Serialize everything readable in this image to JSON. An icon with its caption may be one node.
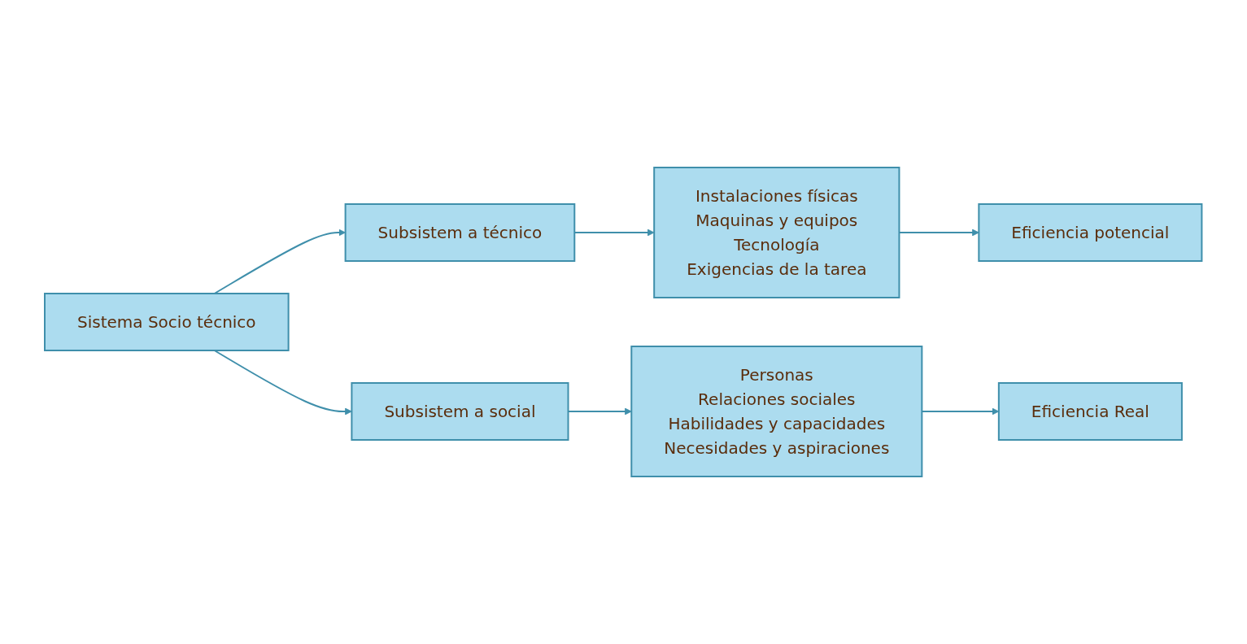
{
  "diagram": {
    "nodes": [
      {
        "text": [
          "Sistema Socio técnico"
        ]
      },
      {
        "text": [
          "Subsistem a técnico"
        ]
      },
      {
        "text": [
          "Instalaciones físicas",
          "Maquinas y equipos",
          "Tecnología",
          "Exigencias de la tarea"
        ]
      },
      {
        "text": [
          "Eficiencia potencial"
        ]
      },
      {
        "text": [
          "Subsistem a social"
        ]
      },
      {
        "text": [
          "Personas",
          "Relaciones sociales",
          "Habilidades y capacidades",
          "Necesidades y aspiraciones"
        ]
      },
      {
        "text": [
          "Eficiencia Real"
        ]
      }
    ],
    "edges": [
      {
        "from": 0,
        "to": 1,
        "arrow": "to"
      },
      {
        "from": 1,
        "to": 2,
        "arrow": "to"
      },
      {
        "from": 2,
        "to": 3,
        "arrow": "to"
      },
      {
        "from": 0,
        "to": 4,
        "arrow": "to"
      },
      {
        "from": 4,
        "to": 5,
        "arrow": "to"
      },
      {
        "from": 5,
        "to": 6,
        "arrow": "to"
      }
    ]
  }
}
